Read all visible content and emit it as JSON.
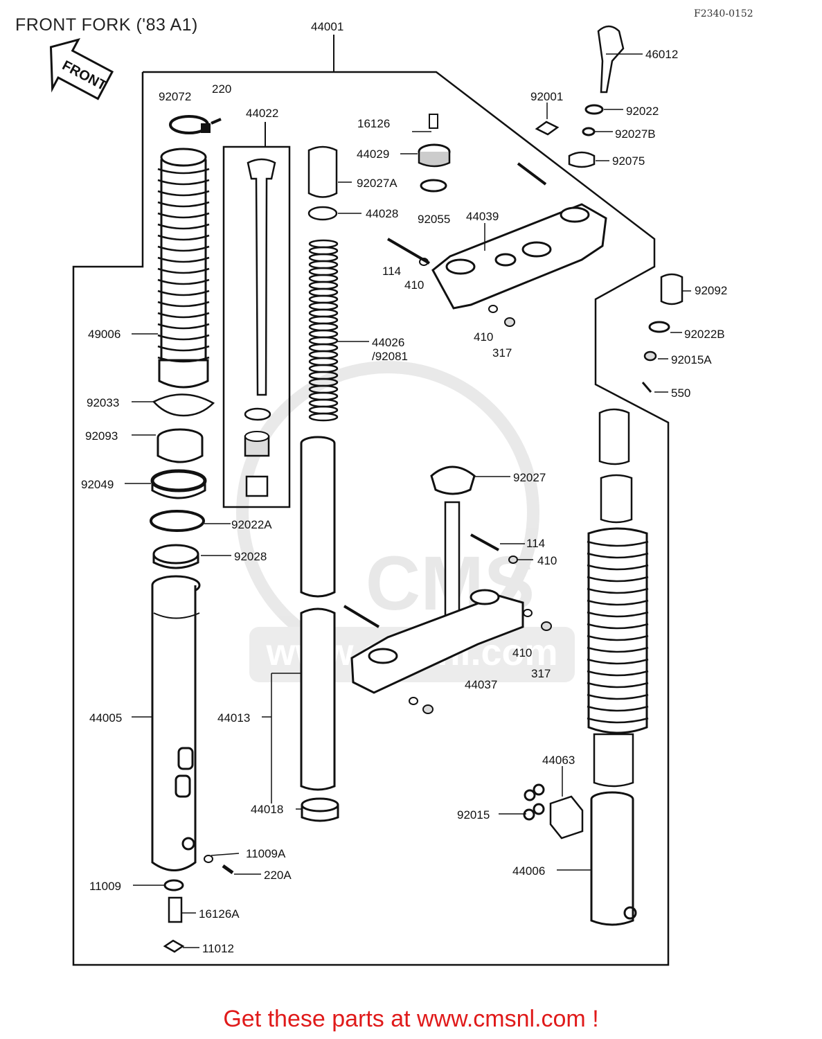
{
  "title": "FRONT FORK ('83 A1)",
  "doc_ref": "F2340-0152",
  "front_arrow_text": "FRONT",
  "footer": "Get these parts at www.cmsnl.com !",
  "watermark_text": "www.cmsnl.com",
  "watermark_logo_text": "CMS",
  "parts": {
    "p44001": "44001",
    "p46012": "46012",
    "p92072": "92072",
    "p220": "220",
    "p44022": "44022",
    "p92001": "92001",
    "p92022": "92022",
    "p16126": "16126",
    "p92027B": "92027B",
    "p44029": "44029",
    "p92075": "92075",
    "p92027A": "92027A",
    "p44028": "44028",
    "p92055": "92055",
    "p44039": "44039",
    "p114a": "114",
    "p410a": "410",
    "p92092": "92092",
    "p49006": "49006",
    "p410b": "410",
    "p317a": "317",
    "p92022B": "92022B",
    "p44026": "44026",
    "p92081": "/92081",
    "p92015A": "92015A",
    "p550": "550",
    "p92033": "92033",
    "p92093": "92093",
    "p92027": "92027",
    "p92049": "92049",
    "p92022A": "92022A",
    "p114b": "114",
    "p410c": "410",
    "p92028": "92028",
    "p410d": "410",
    "p317b": "317",
    "p44037": "44037",
    "p44005": "44005",
    "p44013": "44013",
    "p44063": "44063",
    "p44018": "44018",
    "p92015": "92015",
    "p11009A": "11009A",
    "p44006": "44006",
    "p220A": "220A",
    "p11009": "11009",
    "p16126A": "16126A",
    "p11012": "11012"
  }
}
